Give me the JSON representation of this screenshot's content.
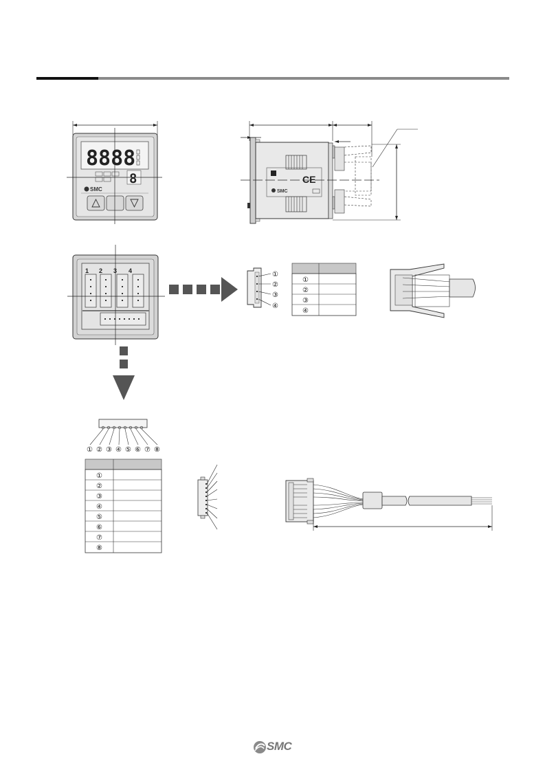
{
  "front_panel": {
    "display_main": "8888",
    "display_sub": "8",
    "brand": "SMC",
    "button_up_icon": "triangle-up-icon",
    "button_mid_icon": "blank-button",
    "button_down_icon": "triangle-down-icon"
  },
  "side_view": {
    "ce_mark": "CE",
    "brand": "SMC"
  },
  "rear_panel": {
    "slot_labels": [
      "1",
      "2",
      "3",
      "4"
    ]
  },
  "connector_4pin": {
    "pins": [
      "①",
      "②",
      "③",
      "④"
    ]
  },
  "connector_8pin": {
    "pins": [
      "①",
      "②",
      "③",
      "④",
      "⑤",
      "⑥",
      "⑦",
      "⑧"
    ]
  },
  "footer": {
    "logo": "SMC"
  },
  "colors": {
    "header_bar_dark": "#111111",
    "header_bar_grey": "#8a8a8a",
    "arrow_grey": "#555555"
  }
}
